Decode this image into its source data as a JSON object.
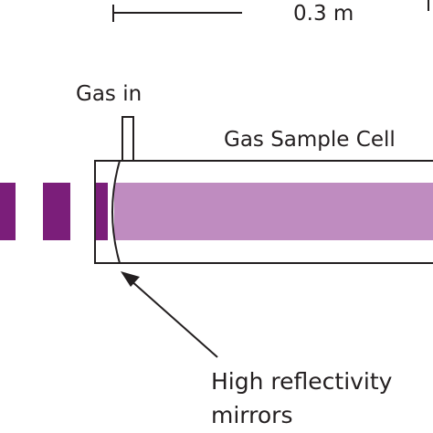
{
  "scale_bar": {
    "label": "0.3 m"
  },
  "gas_inlet": {
    "label": "Gas in"
  },
  "sample_cell": {
    "label": "Gas Sample Cell"
  },
  "mirrors": {
    "label_line1": "High reflectivity",
    "label_line2": "mirrors"
  },
  "colors": {
    "beam_outside": "#7b1e7a",
    "beam_inside": "#bf8cc0",
    "outline": "#231f20"
  }
}
